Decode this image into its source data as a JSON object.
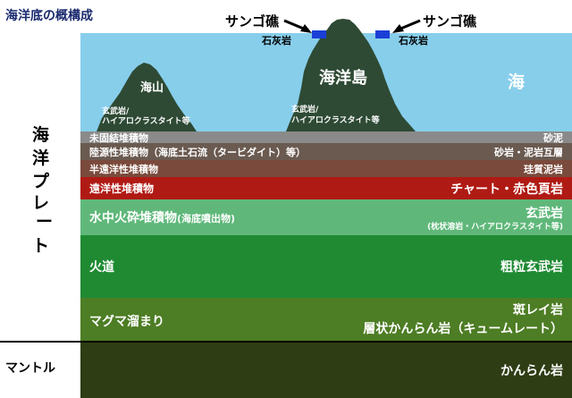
{
  "title": "海洋底の概構成",
  "ocean": "海",
  "plate_label": [
    "海",
    "洋",
    "プ",
    "レ",
    "ー",
    "ト"
  ],
  "mantle_label": "マントル",
  "seamount": {
    "name": "海山",
    "rock_line1": "玄武岩/",
    "rock_line2": "ハイアロクラスタイト等"
  },
  "island": {
    "name": "海洋島",
    "rock_line1": "玄武岩/",
    "rock_line2": "ハイアロクラスタイト等"
  },
  "reef": {
    "left_label": "サンゴ礁",
    "right_label": "サンゴ礁",
    "left_rock": "石灰岩",
    "right_rock": "石灰岩"
  },
  "layers": [
    {
      "left": "未固結堆積物",
      "right": "砂泥"
    },
    {
      "left": "陸源性堆積物（海底土石流（タービダイト）等）",
      "right": "砂岩・泥岩互層"
    },
    {
      "left": "半遠洋性堆積物",
      "right": "珪質泥岩"
    },
    {
      "left": "遠洋性堆積物",
      "right": "チャート・赤色頁岩"
    },
    {
      "left": "水中火砕堆積物",
      "left_small": "(海底噴出物)",
      "right": "玄武岩",
      "right_sub": "(枕状溶岩・ハイアロクラスタイト等)"
    },
    {
      "left": "火道",
      "right": "粗粒玄武岩"
    },
    {
      "left": "マグマ溜まり",
      "right": "斑レイ岩",
      "right_sub": "層状かんらん岩（キュームレート）"
    },
    {
      "left": "",
      "right": "かんらん岩"
    }
  ],
  "colors": {
    "sea": "#87ceeb",
    "mountain": "#2e4a34",
    "reef": "#1a3fd6",
    "unconsolidated": "#8a8a8a",
    "terrigenous": "#6a5a50",
    "hemipelagic": "#7a4a3c",
    "pelagic": "#b01a14",
    "volcaniclastic": "#5fb87a",
    "conduit": "#1f8a32",
    "magma_chamber": "#4d7d24",
    "mantle": "#2e3d14"
  }
}
